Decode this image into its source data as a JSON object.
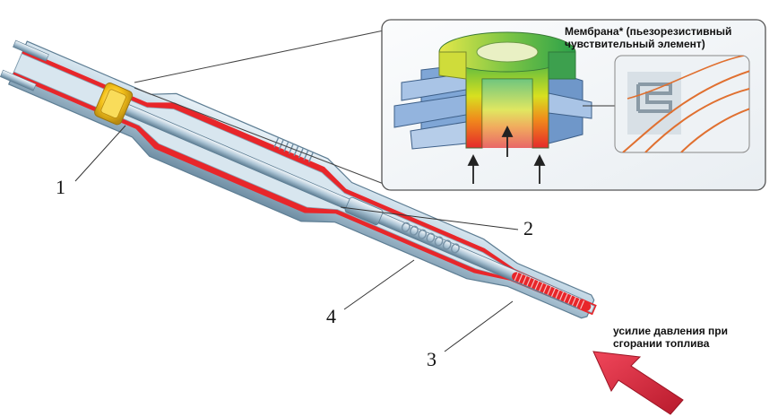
{
  "inset": {
    "title_line1": "Мембрана* (пьезорезистивный",
    "title_line2": "чувствительный элемент)"
  },
  "force": {
    "label_line1": "усилие давления при",
    "label_line2": "сгорании топлива"
  },
  "callouts": [
    {
      "label": "1"
    },
    {
      "label": "2"
    },
    {
      "label": "3"
    },
    {
      "label": "4"
    }
  ],
  "colors": {
    "metal": "#bcd3e2",
    "metal_dark": "#6f8ea4",
    "fuel_red": "#e8262a",
    "sensor_yellow": "#f5c21a",
    "arrow_red": "#d8263a"
  }
}
